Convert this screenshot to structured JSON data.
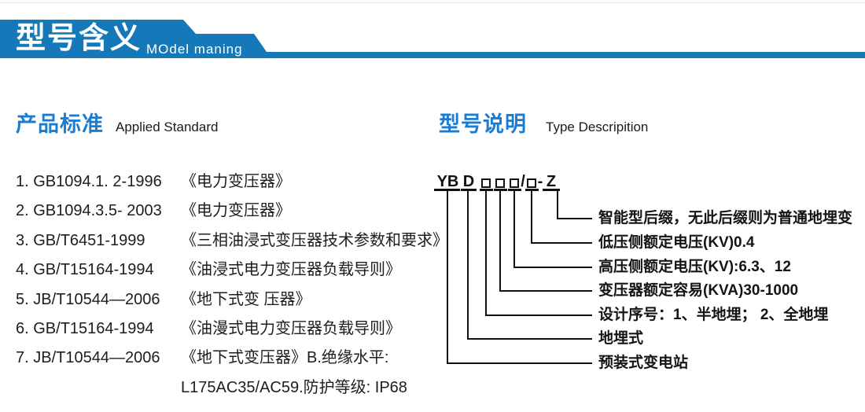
{
  "header": {
    "title": "型号含义",
    "subtitle": "MOdel maning"
  },
  "sections": {
    "standards": {
      "heading_zh": "产品标准",
      "heading_en": "Applied Standard",
      "items": [
        {
          "code": "1. GB1094.1. 2-1996",
          "title": "《电力变压器》"
        },
        {
          "code": "2. GB1094.3.5- 2003",
          "title": "《电力变压器》"
        },
        {
          "code": "3. GB/T6451-1999",
          "title": "《三相油浸式变压器技术参数和要求》"
        },
        {
          "code": "4. GB/T15164-1994",
          "title": "《油浸式电力变压器负载导则》"
        },
        {
          "code": "5. JB/T10544—2006",
          "title": "《地下式变 压器》"
        },
        {
          "code": "6. GB/T15164-1994",
          "title": "《油漫式电力变压器负载导则》"
        },
        {
          "code": "7. JB/T10544—2006",
          "title": "《地下式变压器》B.绝缘水平:"
        },
        {
          "code": "",
          "title": "L175AC35/AC59.防护等级: IP68"
        }
      ]
    },
    "type_desc": {
      "heading_zh": "型号说明",
      "heading_en": "Type Descripition",
      "model_code": {
        "prefix": "YB",
        "type_letter": "D",
        "placeholder_boxes_main": 3,
        "slash": "/",
        "placeholder_boxes_voltage": 1,
        "dash": "-",
        "suffix": "Z"
      },
      "descriptions": [
        "智能型后缀，无此后缀则为普通地埋变",
        "低压侧额定电压(KV)0.4",
        "高压侧额定电压(KV):6.3、12",
        "变压器额定容易(KVA)30-1000",
        "设计序号：1、半地埋； 2、全地埋",
        "地埋式",
        "预装式变电站"
      ]
    }
  },
  "colors": {
    "banner_blue": "#1478b9",
    "heading_blue": "#1b7dd2",
    "text": "#1a1a1a"
  }
}
